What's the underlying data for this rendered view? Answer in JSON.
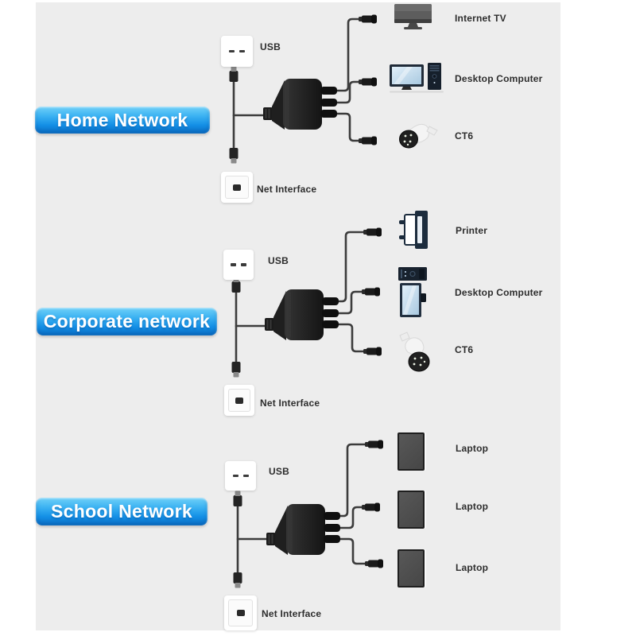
{
  "title": "USB network splitter usage diagram",
  "colors": {
    "page_bg": "#ffffff",
    "panel_bg": "#ededed",
    "button_gradient_top": "#71d1f8",
    "button_gradient_bottom": "#0b76d0",
    "button_text": "#ffffff",
    "label_text": "#2d2d2d",
    "cable": "#3c3c3c",
    "splitter_body": "#1f1f1f"
  },
  "icons": {
    "outlet": "usb-outlet-icon",
    "net": "net-interface-outlet-icon",
    "splitter": "usb-splitter-icon",
    "plug": "cable-plug-icon"
  },
  "sections": [
    {
      "name": "home",
      "button_label": "Home Network",
      "usb_label": "USB",
      "net_label": "Net Interface",
      "devices": [
        {
          "label": "Internet TV",
          "icon": "internet-tv-icon"
        },
        {
          "label": "Desktop Computer",
          "icon": "desktop-computer-icon"
        },
        {
          "label": "CT6",
          "icon": "ct6-spotlight-icon"
        }
      ]
    },
    {
      "name": "corporate",
      "button_label": "Corporate network",
      "usb_label": "USB",
      "net_label": "Net Interface",
      "devices": [
        {
          "label": "Printer",
          "icon": "printer-icon"
        },
        {
          "label": "Desktop Computer",
          "icon": "desktop-computer-icon"
        },
        {
          "label": "CT6",
          "icon": "ct6-spotlight-icon"
        }
      ]
    },
    {
      "name": "school",
      "button_label": "School Network",
      "usb_label": "USB",
      "net_label": "Net Interface",
      "devices": [
        {
          "label": "Laptop",
          "icon": "laptop-icon"
        },
        {
          "label": "Laptop",
          "icon": "laptop-icon"
        },
        {
          "label": "Laptop",
          "icon": "laptop-icon"
        }
      ]
    }
  ]
}
